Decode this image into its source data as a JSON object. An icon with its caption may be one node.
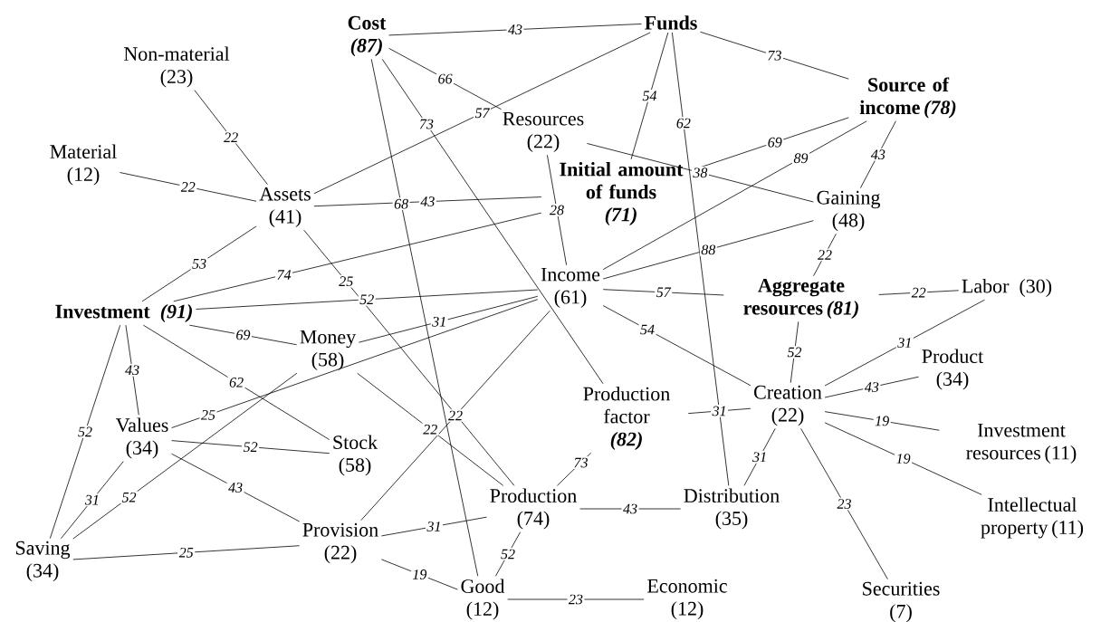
{
  "diagram": {
    "nodes": [
      {
        "text": [
          "Cost",
          "(87)"
        ]
      },
      {
        "text": [
          "Funds"
        ]
      },
      {
        "text": [
          "Non-material",
          "(23)"
        ]
      },
      {
        "text": [
          "Resources",
          "(22)"
        ]
      },
      {
        "text": [
          "Source of income",
          "(78)"
        ]
      },
      {
        "text": [
          "Material",
          "(12)"
        ]
      },
      {
        "text": [
          "Assets",
          "(41)"
        ]
      },
      {
        "text": [
          "Initial amount of funds",
          "(71)"
        ]
      },
      {
        "text": [
          "Gaining",
          "(48)"
        ]
      },
      {
        "text": [
          "Income",
          "(61)"
        ]
      },
      {
        "text": [
          "Investment",
          "(91)"
        ]
      },
      {
        "text": [
          "Aggregate resources",
          "(81)"
        ]
      },
      {
        "text": [
          "Labor",
          "(30)"
        ]
      },
      {
        "text": [
          "Money",
          "(58)"
        ]
      },
      {
        "text": [
          "Product",
          "(34)"
        ]
      },
      {
        "text": [
          "Production factor",
          "(82)"
        ]
      },
      {
        "text": [
          "Creation",
          "(22)"
        ]
      },
      {
        "text": [
          "Values",
          "(34)"
        ]
      },
      {
        "text": [
          "Stock",
          "(58)"
        ]
      },
      {
        "text": [
          "Investment resources",
          "(11)"
        ]
      },
      {
        "text": [
          "Saving",
          "(34)"
        ]
      },
      {
        "text": [
          "Provision",
          "(22)"
        ]
      },
      {
        "text": [
          "Production",
          "(74)"
        ]
      },
      {
        "text": [
          "Distribution",
          "(35)"
        ]
      },
      {
        "text": [
          "Intellectual property",
          "(11)"
        ]
      },
      {
        "text": [
          "Good",
          "(12)"
        ]
      },
      {
        "text": [
          "Economic",
          "(12)"
        ]
      },
      {
        "text": [
          "Securities",
          "(7)"
        ]
      }
    ],
    "edges": [
      {
        "from": 0,
        "to": 1,
        "arrow": "none",
        "label": "43"
      },
      {
        "from": 0,
        "to": 3,
        "arrow": "none",
        "label": "66"
      },
      {
        "from": 0,
        "to": 25,
        "arrow": "none",
        "label": "68"
      },
      {
        "from": 0,
        "to": 15,
        "arrow": "none",
        "label": "73"
      },
      {
        "from": 6,
        "to": 1,
        "arrow": "none",
        "label": "57"
      },
      {
        "from": 1,
        "to": 7,
        "arrow": "none",
        "label": "54"
      },
      {
        "from": 1,
        "to": 23,
        "arrow": "none",
        "label": "62"
      },
      {
        "from": 1,
        "to": 4,
        "arrow": "none",
        "label": "73"
      },
      {
        "from": 2,
        "to": 6,
        "arrow": "none",
        "label": "22"
      },
      {
        "from": 5,
        "to": 6,
        "arrow": "none",
        "label": "22"
      },
      {
        "from": 3,
        "to": 8,
        "arrow": "none",
        "label": "38"
      },
      {
        "from": 3,
        "to": 9,
        "arrow": "none",
        "label": "28"
      },
      {
        "from": 7,
        "to": 4,
        "arrow": "none",
        "label": "69"
      },
      {
        "from": 9,
        "to": 4,
        "arrow": "none",
        "label": "89"
      },
      {
        "from": 4,
        "to": 8,
        "arrow": "none",
        "label": "43"
      },
      {
        "from": 6,
        "to": 7,
        "arrow": "none",
        "label": "43"
      },
      {
        "from": 6,
        "to": 10,
        "arrow": "none",
        "label": "53"
      },
      {
        "from": 6,
        "to": 22,
        "arrow": "none",
        "label": "25"
      },
      {
        "from": 10,
        "to": 7,
        "arrow": "none",
        "label": "74"
      },
      {
        "from": 10,
        "to": 9,
        "arrow": "none",
        "label": "52"
      },
      {
        "from": 9,
        "to": 8,
        "arrow": "none",
        "label": "88"
      },
      {
        "from": 8,
        "to": 11,
        "arrow": "none",
        "label": "22"
      },
      {
        "from": 9,
        "to": 11,
        "arrow": "none",
        "label": "57"
      },
      {
        "from": 11,
        "to": 12,
        "arrow": "none",
        "label": "22"
      },
      {
        "from": 9,
        "to": 16,
        "arrow": "none",
        "label": "54"
      },
      {
        "from": 9,
        "to": 21,
        "arrow": "none",
        "label": "22"
      },
      {
        "from": 13,
        "to": 9,
        "arrow": "none",
        "label": "31"
      },
      {
        "from": 17,
        "to": 9,
        "arrow": "none",
        "label": "25"
      },
      {
        "from": 10,
        "to": 13,
        "arrow": "none",
        "label": "69"
      },
      {
        "from": 10,
        "to": 18,
        "arrow": "none",
        "label": "62"
      },
      {
        "from": 10,
        "to": 17,
        "arrow": "none",
        "label": "43"
      },
      {
        "from": 10,
        "to": 20,
        "arrow": "none",
        "label": "52"
      },
      {
        "from": 13,
        "to": 20,
        "arrow": "none",
        "label": "52"
      },
      {
        "from": 13,
        "to": 22,
        "arrow": "none",
        "label": "22"
      },
      {
        "from": 17,
        "to": 18,
        "arrow": "none",
        "label": "52"
      },
      {
        "from": 17,
        "to": 20,
        "arrow": "none",
        "label": "31"
      },
      {
        "from": 17,
        "to": 21,
        "arrow": "none",
        "label": "43"
      },
      {
        "from": 20,
        "to": 21,
        "arrow": "none",
        "label": "25"
      },
      {
        "from": 21,
        "to": 22,
        "arrow": "none",
        "label": "31"
      },
      {
        "from": 21,
        "to": 25,
        "arrow": "none",
        "label": "19"
      },
      {
        "from": 22,
        "to": 25,
        "arrow": "none",
        "label": "52"
      },
      {
        "from": 25,
        "to": 26,
        "arrow": "none",
        "label": "23"
      },
      {
        "from": 22,
        "to": 23,
        "arrow": "none",
        "label": "43"
      },
      {
        "from": 15,
        "to": 22,
        "arrow": "none",
        "label": "73"
      },
      {
        "from": 15,
        "to": 16,
        "arrow": "none",
        "label": "31"
      },
      {
        "from": 12,
        "to": 16,
        "arrow": "none",
        "label": "31"
      },
      {
        "from": 11,
        "to": 16,
        "arrow": "none",
        "label": "52"
      },
      {
        "from": 16,
        "to": 14,
        "arrow": "none",
        "label": "43"
      },
      {
        "from": 16,
        "to": 19,
        "arrow": "none",
        "label": "19"
      },
      {
        "from": 16,
        "to": 24,
        "arrow": "none",
        "label": "19"
      },
      {
        "from": 16,
        "to": 23,
        "arrow": "none",
        "label": "31"
      },
      {
        "from": 16,
        "to": 27,
        "arrow": "none",
        "label": "23"
      }
    ]
  }
}
